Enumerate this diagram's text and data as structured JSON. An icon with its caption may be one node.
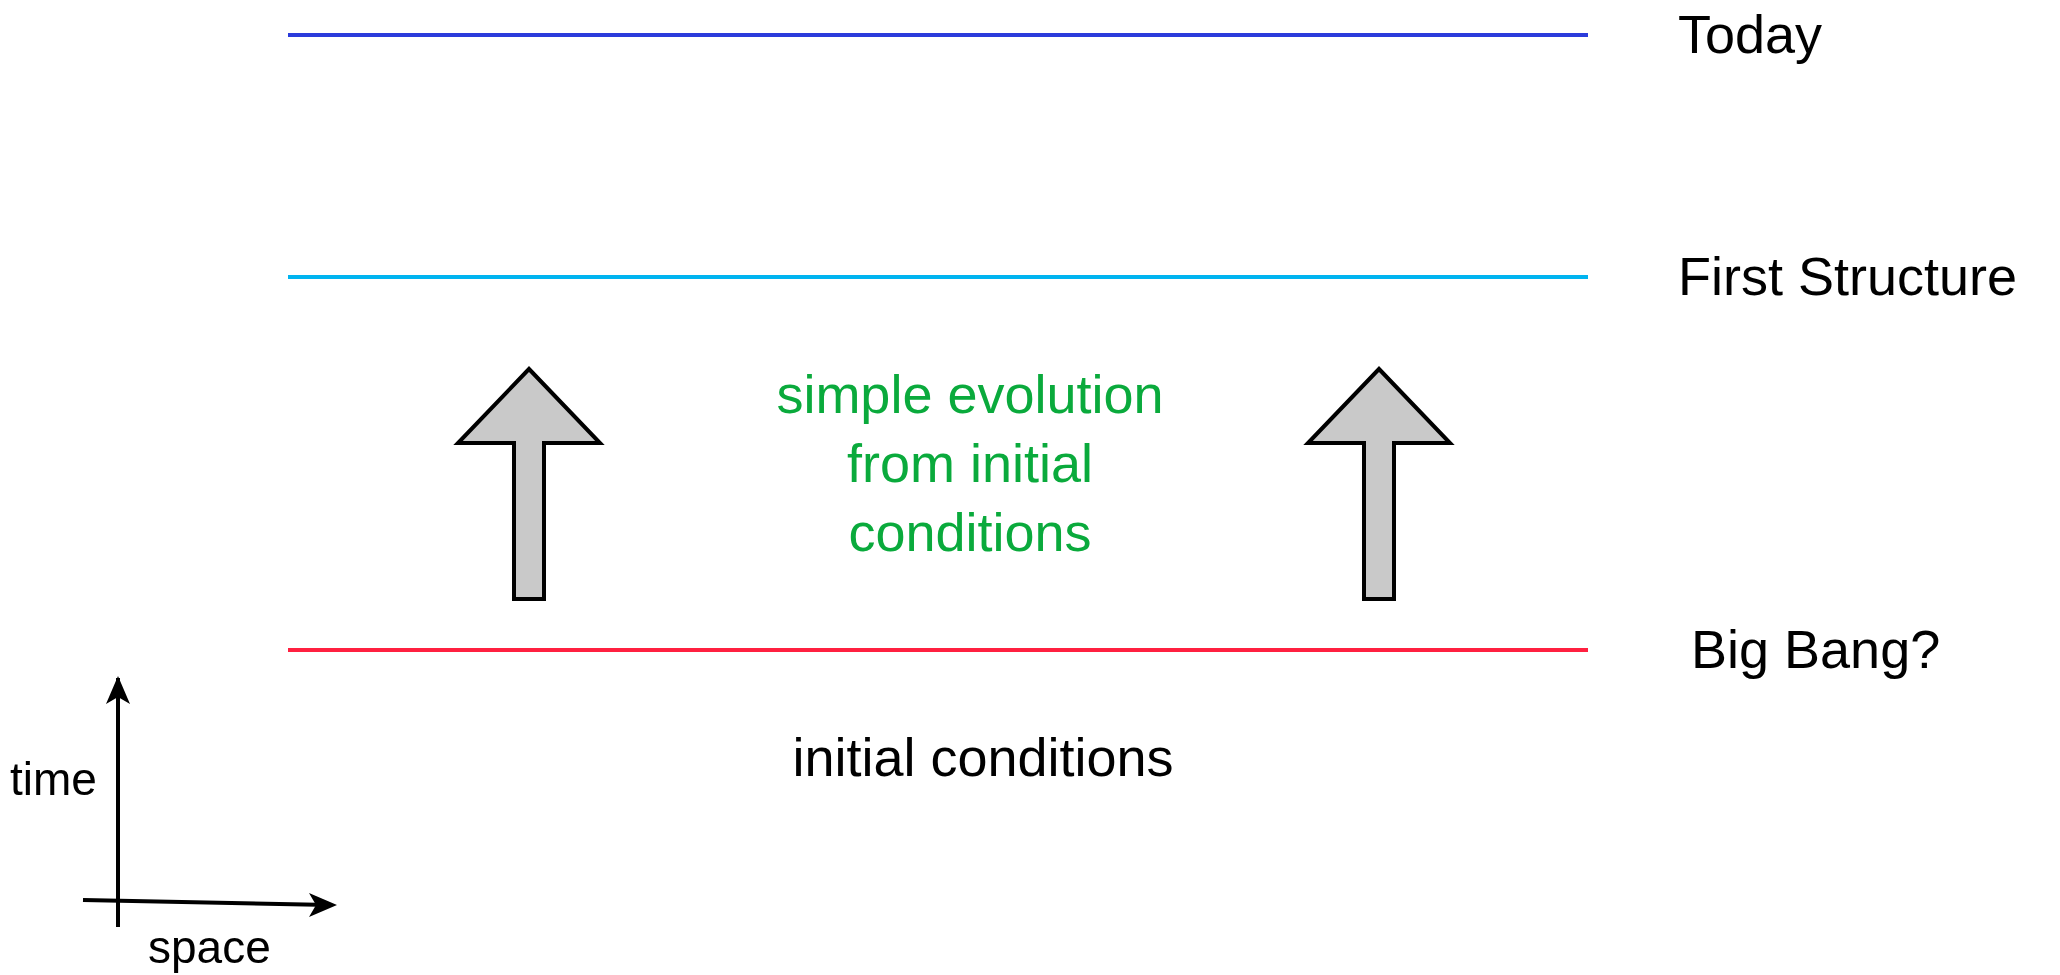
{
  "diagram": {
    "nodes": [
      {
        "text": [],
        "shape": "bar",
        "beside": [
          "Today"
        ]
      },
      {
        "text": [],
        "shape": "bar",
        "beside": [
          "First Structure"
        ]
      },
      {
        "text": [],
        "shape": "bar",
        "beside": [
          "Big Bang?"
        ]
      }
    ],
    "labels": [
      "simple evolution from initial conditions",
      "initial conditions",
      "time",
      "space"
    ]
  }
}
